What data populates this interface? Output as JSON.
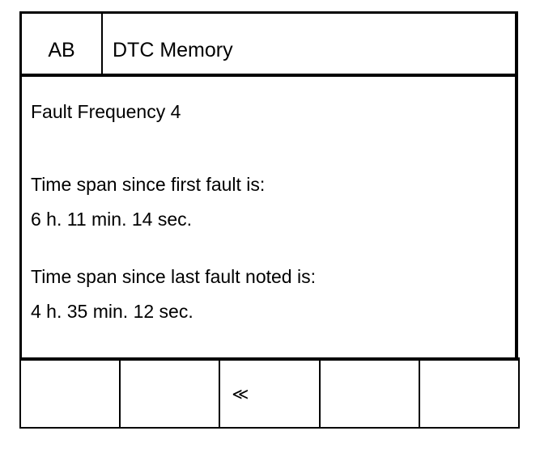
{
  "header": {
    "code": "AB",
    "title": "DTC Memory"
  },
  "content": {
    "fault_frequency": "Fault Frequency 4",
    "first_fault_label": "Time span since first fault is:",
    "first_fault_value": "6 h. 11 min. 14 sec.",
    "last_fault_label": "Time span since last fault noted is:",
    "last_fault_value": "4 h. 35 min. 12 sec."
  },
  "softkeys": [
    {
      "label": ""
    },
    {
      "label": ""
    },
    {
      "label": "≪",
      "icon": "back-arrow-icon"
    },
    {
      "label": ""
    },
    {
      "label": ""
    }
  ]
}
